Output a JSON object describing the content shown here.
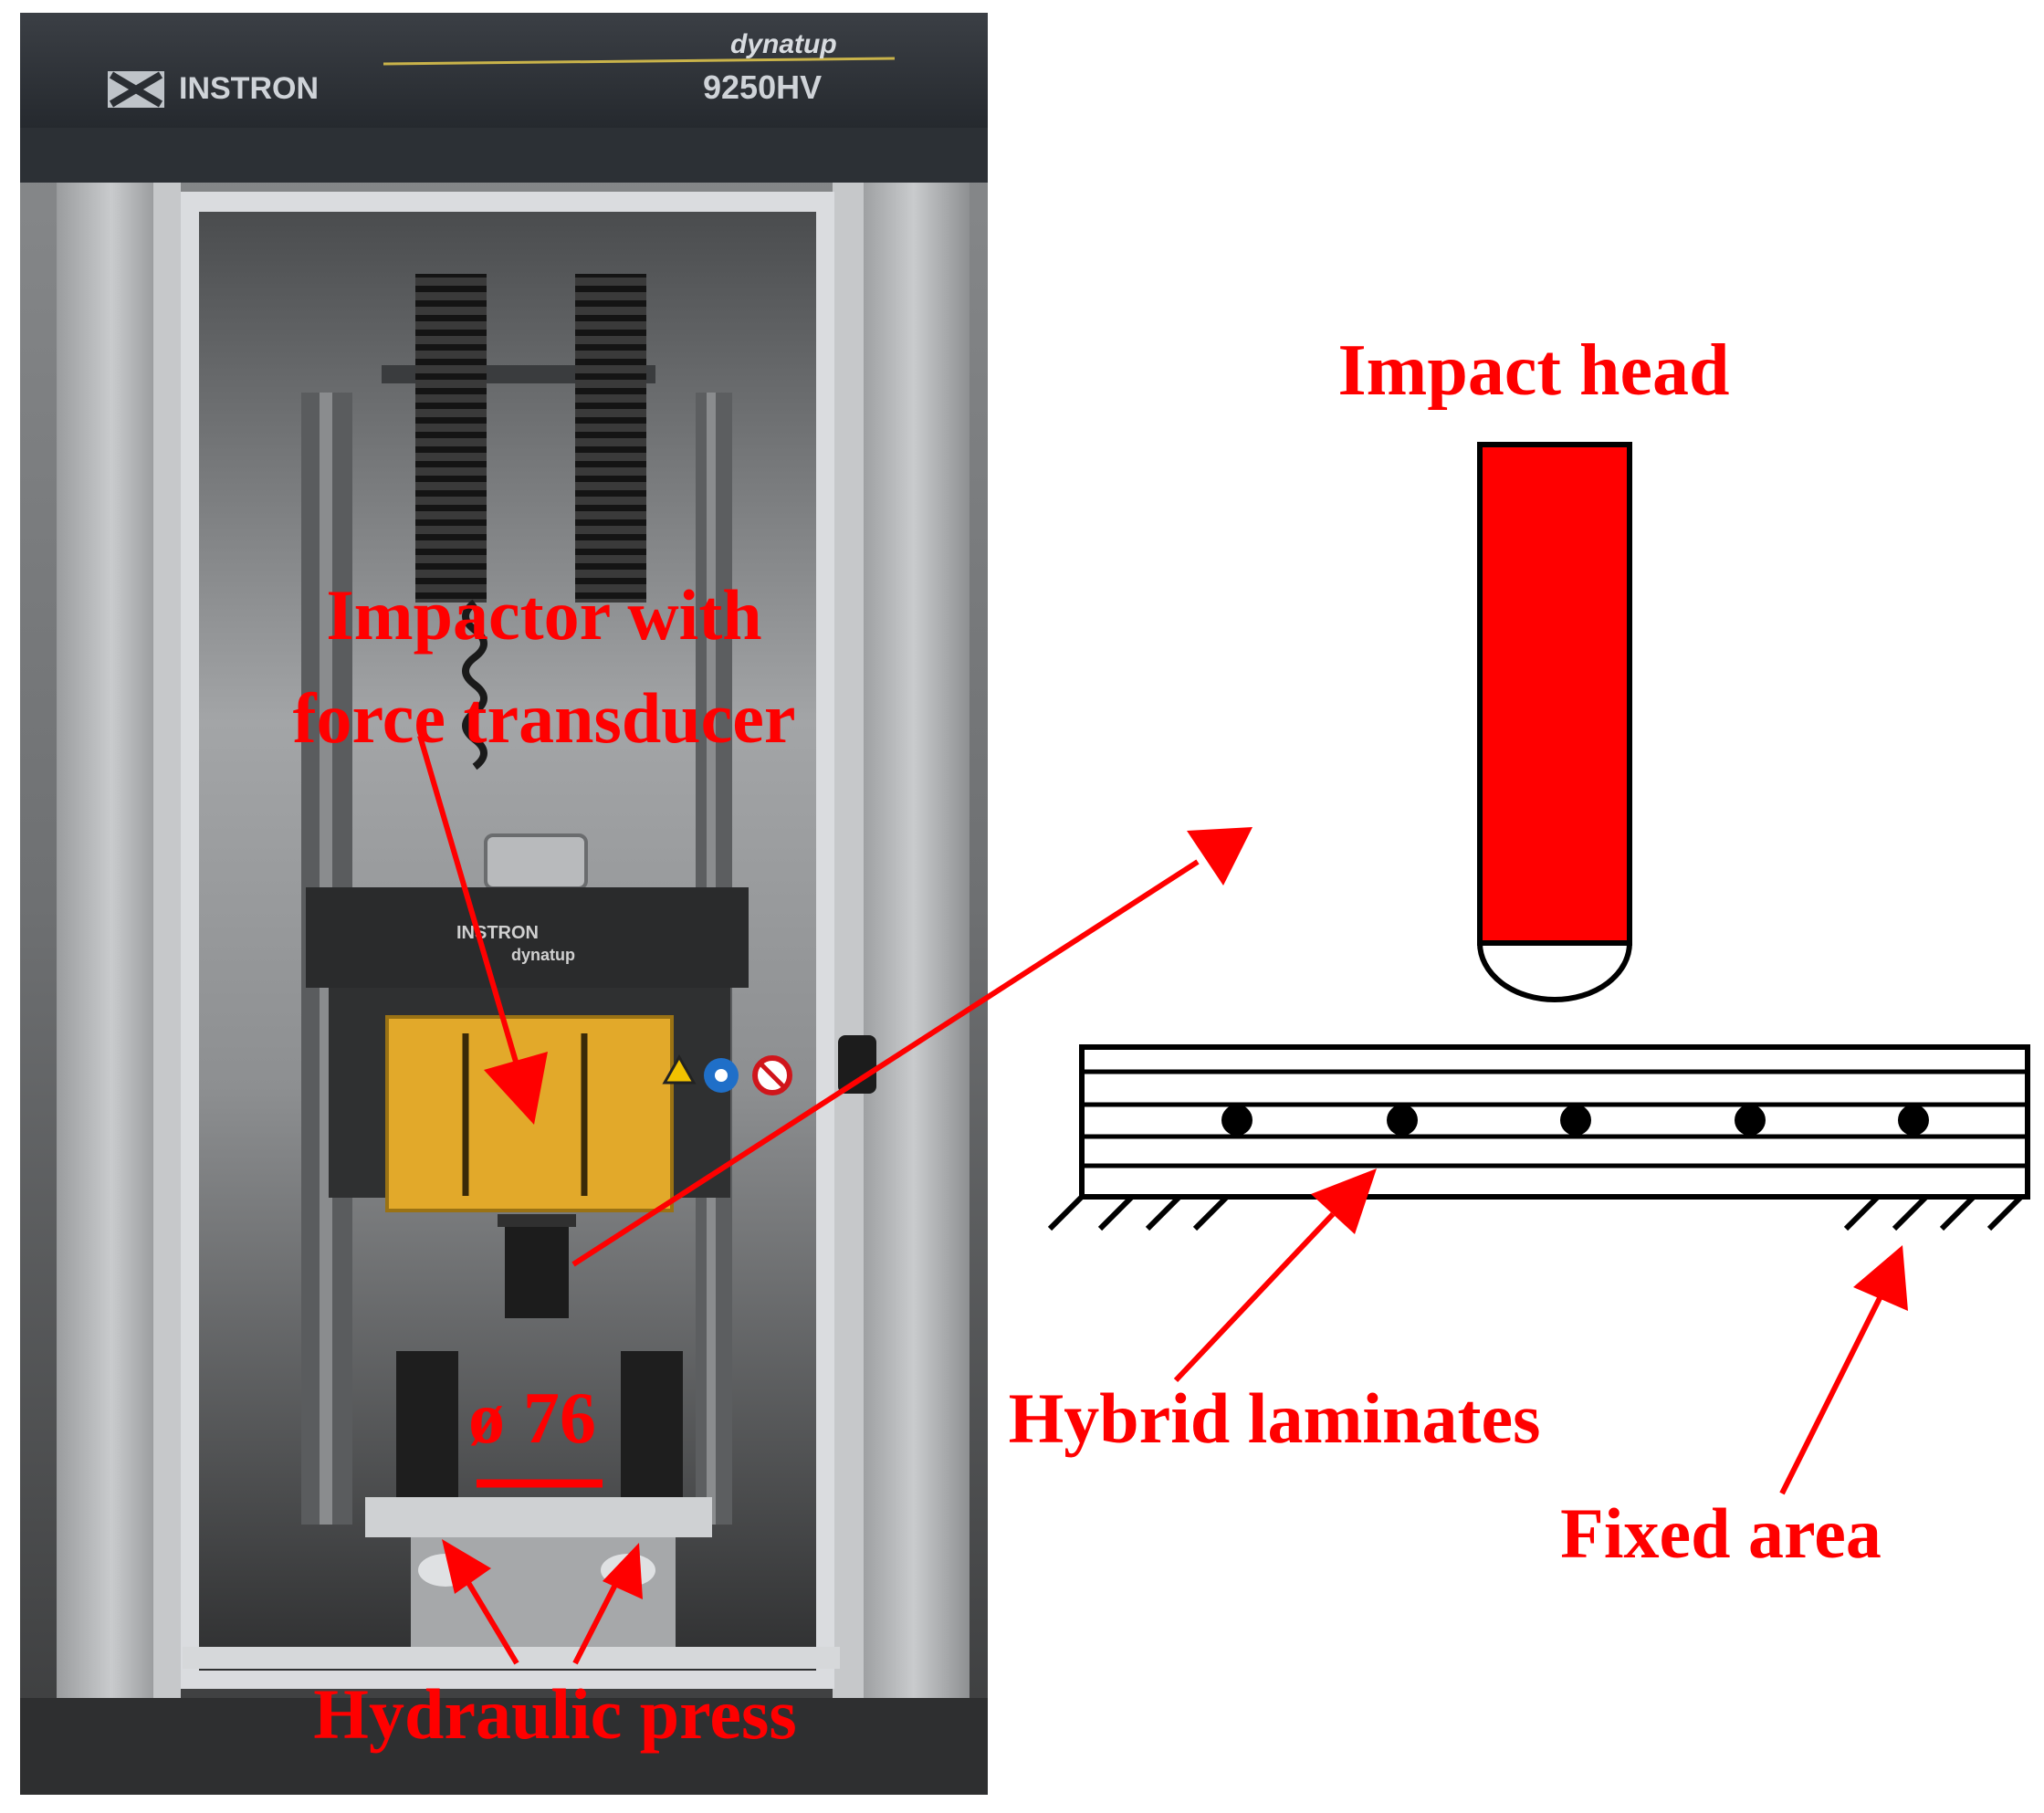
{
  "machine": {
    "brand": "INSTRON",
    "product": "dynatup",
    "model": "9250HV",
    "crosshead_brand": "INSTRON",
    "crosshead_product": "dynatup"
  },
  "labels": {
    "impactor_line1": "Impactor with",
    "impactor_line2": "force transducer",
    "diameter": "ø 76",
    "hydraulic_press": "Hydraulic press",
    "impact_head": "Impact head",
    "hybrid_laminates": "Hybrid laminates",
    "fixed_area": "Fixed area"
  },
  "colors": {
    "annotation": "#ff0000",
    "impact_head_fill": "#ff0000",
    "guard_yellow": "#e2a92a",
    "sketch_stroke": "#000000"
  },
  "icons": [
    "instron-logo-icon",
    "warning-icon",
    "mandatory-gloves-icon",
    "no-hands-icon"
  ]
}
